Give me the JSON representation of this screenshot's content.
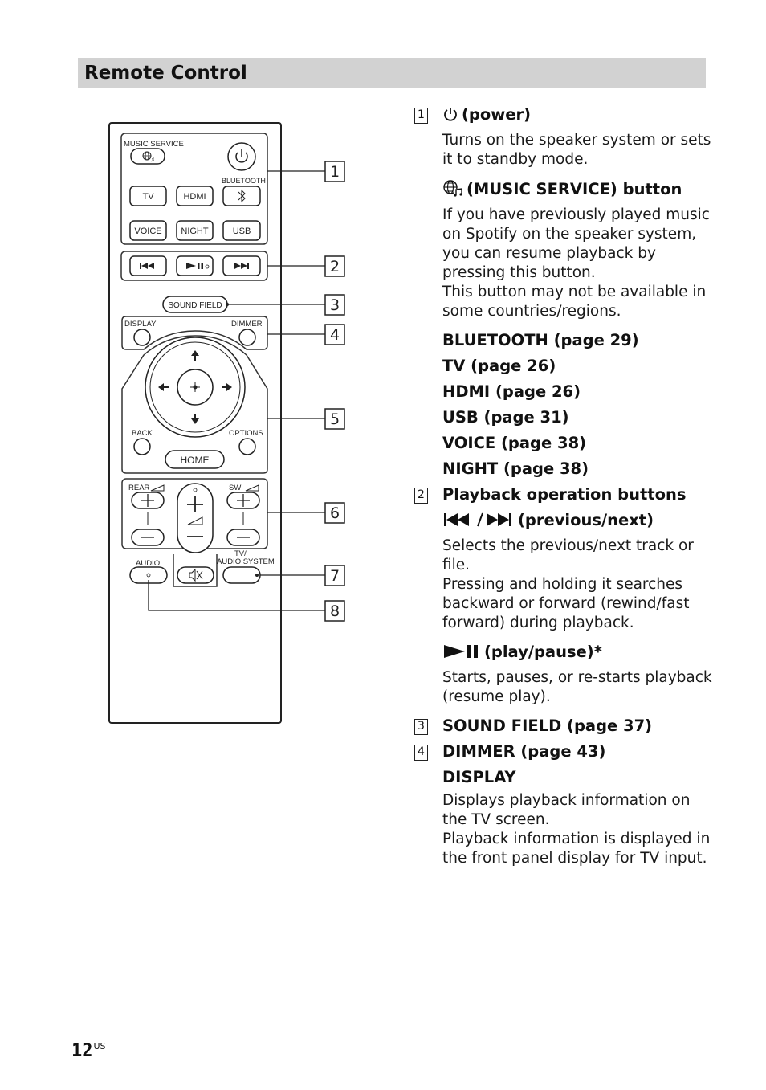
{
  "header": {
    "title": "Remote Control"
  },
  "remote": {
    "labels": {
      "music_service": "MUSIC SERVICE",
      "bluetooth": "BLUETOOTH",
      "tv": "TV",
      "hdmi": "HDMI",
      "voice": "VOICE",
      "night": "NIGHT",
      "usb": "USB",
      "sound_field": "SOUND FIELD",
      "display": "DISPLAY",
      "dimmer": "DIMMER",
      "back": "BACK",
      "options": "OPTIONS",
      "home": "HOME",
      "rear": "REAR",
      "sw": "SW",
      "audio": "AUDIO",
      "tv_audio_system_1": "TV/",
      "tv_audio_system_2": "AUDIO SYSTEM"
    },
    "callouts": [
      "1",
      "2",
      "3",
      "4",
      "5",
      "6",
      "7",
      "8"
    ]
  },
  "descriptions": [
    {
      "num": "1",
      "icon": "power-icon",
      "head": "(power)",
      "text": "Turns on the speaker system or sets it to standby mode."
    },
    {
      "num": "",
      "icon": "music-service-icon",
      "head": "(MUSIC SERVICE) button",
      "text": "If you have previously played music on Spotify on the speaker system, you can resume playback by pressing this button.\nThis button may not be available in some countries/regions."
    },
    {
      "num": "",
      "icon": "",
      "head": "BLUETOOTH (page 29)",
      "text": ""
    },
    {
      "num": "",
      "icon": "",
      "head": "TV (page 26)",
      "text": ""
    },
    {
      "num": "",
      "icon": "",
      "head": "HDMI (page 26)",
      "text": ""
    },
    {
      "num": "",
      "icon": "",
      "head": "USB (page 31)",
      "text": ""
    },
    {
      "num": "",
      "icon": "",
      "head": "VOICE (page 38)",
      "text": ""
    },
    {
      "num": "",
      "icon": "",
      "head": "NIGHT (page 38)",
      "text": ""
    },
    {
      "num": "2",
      "icon": "",
      "head": "Playback operation buttons",
      "text": ""
    },
    {
      "num": "",
      "icon": "prev-next-icon",
      "head": "(previous/next)",
      "text": "Selects the previous/next track or file.\nPressing and holding it searches backward or forward (rewind/fast forward) during playback."
    },
    {
      "num": "",
      "icon": "play-pause-icon",
      "head": "(play/pause)*",
      "text": "Starts, pauses, or re-starts playback (resume play)."
    },
    {
      "num": "3",
      "icon": "",
      "head": "SOUND FIELD (page 37)",
      "text": ""
    },
    {
      "num": "4",
      "icon": "",
      "head": "DIMMER (page 43)",
      "text": ""
    },
    {
      "num": "",
      "icon": "",
      "head": "DISPLAY",
      "text": "Displays playback information on the TV screen.\nPlayback information is displayed in the front panel display for TV input."
    }
  ],
  "footer": {
    "page": "12",
    "suffix": "US"
  }
}
